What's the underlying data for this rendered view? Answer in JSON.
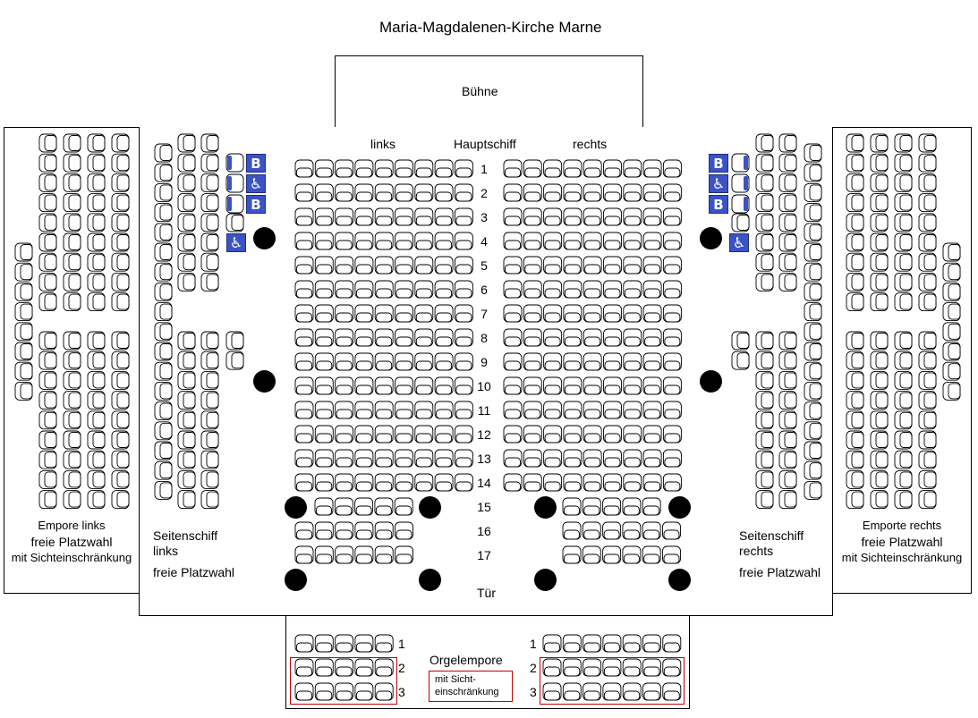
{
  "title": "Maria-Magdalenen-Kirche Marne",
  "stage_label": "Bühne",
  "main_nave": {
    "label": "Hauptschiff",
    "left_label": "links",
    "right_label": "rechts",
    "rows": [
      "1",
      "2",
      "3",
      "4",
      "5",
      "6",
      "7",
      "8",
      "9",
      "10",
      "11",
      "12",
      "13",
      "14",
      "15",
      "16",
      "17"
    ]
  },
  "door_label": "Tür",
  "side_left": {
    "line1": "Seitenschiff",
    "line2": "links",
    "note": "freie Platzwahl"
  },
  "side_right": {
    "line1": "Seitenschiff",
    "line2": "rechts",
    "note": "freie Platzwahl"
  },
  "gallery_left": {
    "line1": "Empore links",
    "line2": "freie Platzwahl",
    "line3": "mit Sichteinschränkung"
  },
  "gallery_right": {
    "line1": "Emporte rechts",
    "line2": "freie Platzwahl",
    "line3": "mit Sichteinschränkung"
  },
  "organ_gallery": {
    "label": "Orgelempore",
    "note_line1": "mit Sicht-",
    "note_line2": "einschränkung",
    "rows": [
      "1",
      "2",
      "3"
    ]
  },
  "icons": {
    "companion_letter": "B",
    "wheelchair_symbol": "♿"
  },
  "colors": {
    "icon_blue": "#3b53c4",
    "restricted_red": "#c00000"
  }
}
